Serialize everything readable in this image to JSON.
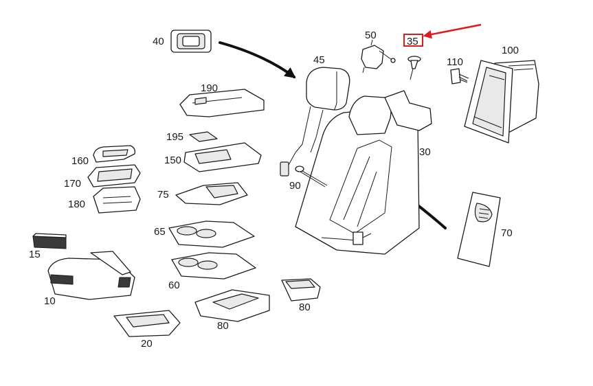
{
  "callouts": {
    "p10": "10",
    "p15": "15",
    "p20": "20",
    "p30": "30",
    "p35": "35",
    "p40": "40",
    "p45": "45",
    "p50": "50",
    "p60": "60",
    "p65": "65",
    "p70": "70",
    "p75": "75",
    "p80a": "80",
    "p80b": "80",
    "p90": "90",
    "p100": "100",
    "p110": "110",
    "p150": "150",
    "p160": "160",
    "p170": "170",
    "p180": "180",
    "p190": "190",
    "p195": "195"
  },
  "highlight": {
    "callout": "35",
    "color": "#e01b1b"
  },
  "colors": {
    "line": "#1a1a1a",
    "arrow": "#111111",
    "highlight": "#e01b1b"
  }
}
